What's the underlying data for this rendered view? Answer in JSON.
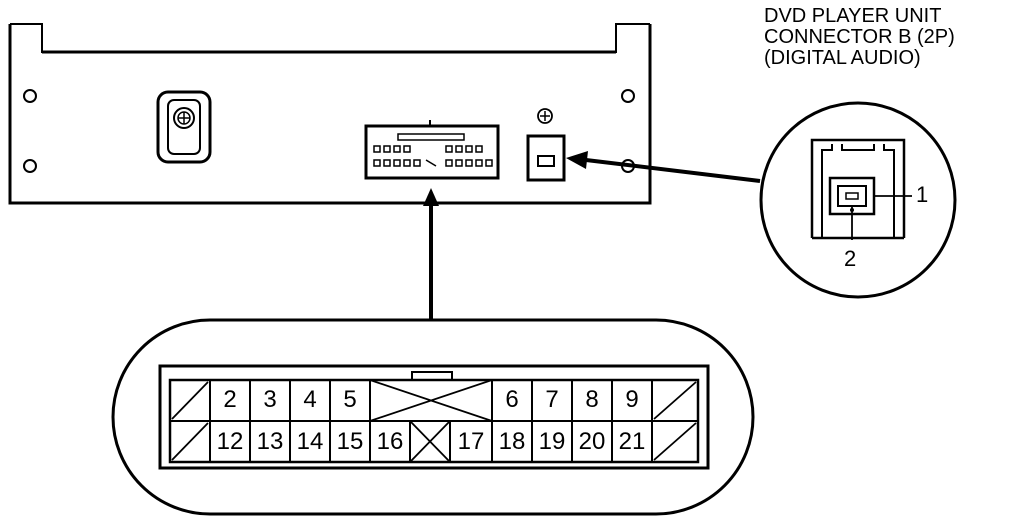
{
  "title": {
    "line1": "DVD PLAYER UNIT",
    "line2": "CONNECTOR B (2P)",
    "line3": "(DIGITAL AUDIO)"
  },
  "callouts": {
    "pin1": "1",
    "pin2": "2"
  },
  "connector_a": {
    "row1": [
      "2",
      "3",
      "4",
      "5",
      "6",
      "7",
      "8",
      "9"
    ],
    "row2": [
      "12",
      "13",
      "14",
      "15",
      "16",
      "17",
      "18",
      "19",
      "20",
      "21"
    ]
  },
  "colors": {
    "line": "#000000",
    "background": "#ffffff"
  }
}
